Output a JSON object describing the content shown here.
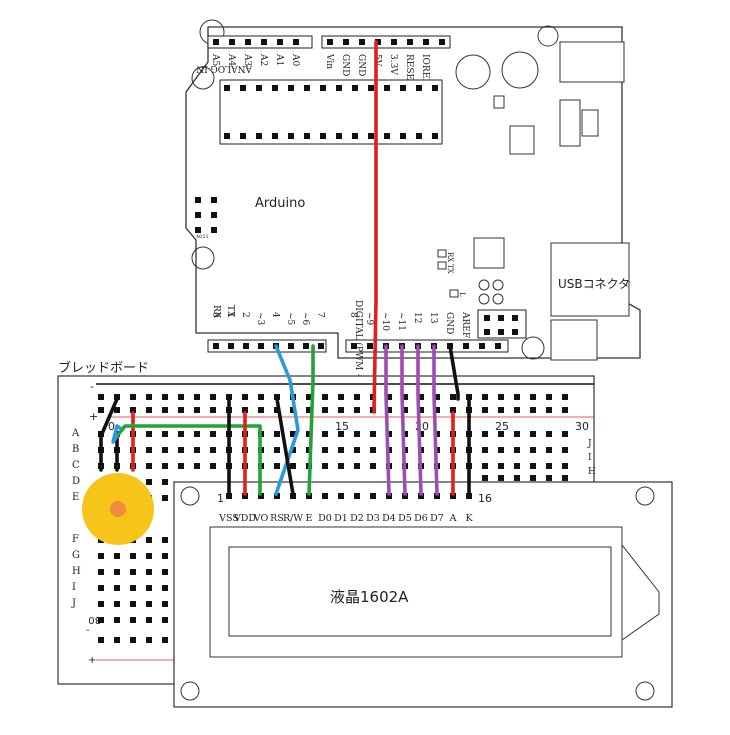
{
  "labels": {
    "arduino": "Arduino",
    "usb": "USBコネクタ",
    "breadboard": "ブレッドボード",
    "lcd": "液晶1602A",
    "analog_in": "ANALOG IN",
    "digital_pwm": "DIGITAL (PWM ~)",
    "tx": "TX",
    "rx": "RX",
    "l": "L",
    "led_tx": "TX",
    "led_rx": "RX",
    "chip": "4021"
  },
  "power_header": [
    "Vin",
    "GND",
    "GND",
    "5V",
    "3.3V",
    "RESET",
    "IOREF"
  ],
  "analog_header": [
    "A5",
    "A4",
    "A3",
    "A2",
    "A1",
    "A0"
  ],
  "digital_header": [
    "0",
    "1",
    "2",
    "~3",
    "4",
    "~5",
    "~6",
    "7",
    "8",
    "~9",
    "~10",
    "~11",
    "12",
    "13",
    "GND",
    "AREF"
  ],
  "breadboard": {
    "row_letters_left": [
      "A",
      "B",
      "C",
      "D",
      "E",
      "F",
      "G",
      "H",
      "I",
      "J"
    ],
    "row_letters_right": [
      "J",
      "I",
      "H"
    ],
    "column_numbers": [
      "0",
      "15",
      "20",
      "25",
      "30"
    ],
    "bottom_number": "30",
    "plus": "+",
    "minus": "-"
  },
  "lcd_pins": [
    "VSS",
    "VDD",
    "VO",
    "RS",
    "R/W",
    "E",
    "D0",
    "D1",
    "D2",
    "D3",
    "D4",
    "D5",
    "D6",
    "D7",
    "A",
    "K"
  ],
  "lcd_pin_first": "1",
  "lcd_pin_last": "16",
  "colors": {
    "wire_red": "#e02020",
    "wire_black": "#111111",
    "wire_blue": "#2a9ad8",
    "wire_green": "#23a23a",
    "wire_purple": "#9a4fb0",
    "pot_outer": "#f7c419",
    "pot_inner": "#f08a3c"
  }
}
